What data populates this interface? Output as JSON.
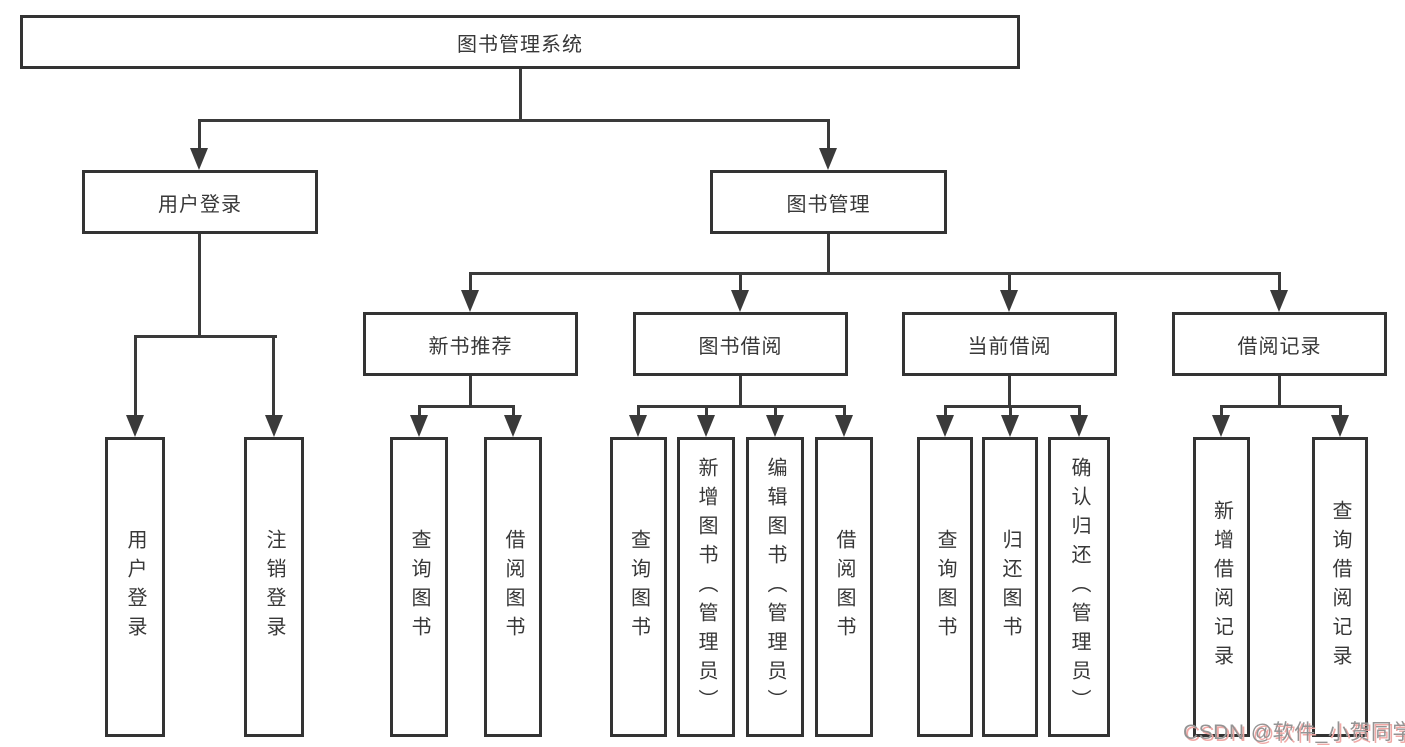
{
  "diagram": {
    "root": {
      "label": "图书管理系统"
    },
    "level1": [
      {
        "label": "用户登录"
      },
      {
        "label": "图书管理"
      }
    ],
    "level2": [
      {
        "label": "新书推荐"
      },
      {
        "label": "图书借阅"
      },
      {
        "label": "当前借阅"
      },
      {
        "label": "借阅记录"
      }
    ],
    "leaves": {
      "user_login": [
        "用户登录",
        "注销登录"
      ],
      "new_book": [
        "查询图书",
        "借阅图书"
      ],
      "book_borrow": [
        "查询图书",
        "新增图书（管理员）",
        "编辑图书（管理员）",
        "借阅图书"
      ],
      "current_borrow": [
        "查询图书",
        "归还图书",
        "确认归还（管理员）"
      ],
      "borrow_record": [
        "新增借阅记录",
        "查询借阅记录"
      ]
    }
  },
  "watermark": {
    "text": "CSDN @软件_小贺同学"
  },
  "colors": {
    "line": "#3a3a3a",
    "box_border": "#333333",
    "text": "#383838",
    "watermark_gray": "#949494",
    "watermark_shadow": "#f0a9a6",
    "background": "#ffffff"
  }
}
